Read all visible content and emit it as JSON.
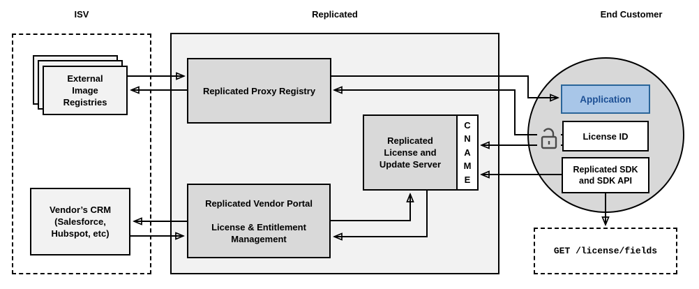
{
  "sections": {
    "isv": {
      "label": "ISV"
    },
    "replicated": {
      "label": "Replicated"
    },
    "end_customer": {
      "label": "End Customer"
    }
  },
  "nodes": {
    "external_image_registries": {
      "lines": [
        "External",
        "Image",
        "Registries"
      ]
    },
    "replicated_proxy_registry": {
      "label": "Replicated Proxy Registry"
    },
    "replicated_license_update_server": {
      "lines": [
        "Replicated",
        "License and",
        "Update Server"
      ]
    },
    "cname": {
      "letters": [
        "C",
        "N",
        "A",
        "M",
        "E"
      ]
    },
    "replicated_vendor_portal": {
      "lines": [
        "Replicated Vendor Portal",
        "",
        "License & Entitlement",
        "Management"
      ]
    },
    "vendors_crm": {
      "lines": [
        "Vendor’s CRM",
        "(Salesforce,",
        "Hubspot, etc)"
      ]
    },
    "application": {
      "label": "Application"
    },
    "license_id": {
      "label": "License ID"
    },
    "replicated_sdk": {
      "lines": [
        "Replicated SDK",
        "and SDK API"
      ]
    },
    "get_license_fields": {
      "label": "GET /license/fields"
    }
  },
  "icons": {
    "unlock": "unlock-icon"
  },
  "colors": {
    "application_fill": "#a8c6e8",
    "application_border": "#2a6599",
    "application_text": "#1c4f94",
    "node_gray": "#d9d9d9",
    "panel_gray": "#f2f2f2",
    "circle_gray": "#d8d8d8",
    "line": "#000000"
  }
}
